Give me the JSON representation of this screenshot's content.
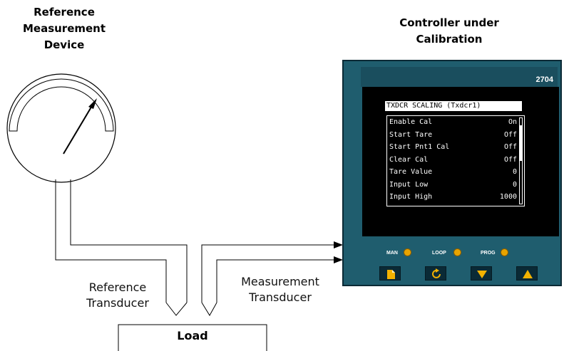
{
  "labels": {
    "reference_device": [
      "Reference",
      "Measurement",
      "Device"
    ],
    "controller": [
      "Controller under",
      "Calibration"
    ],
    "reference_transducer": [
      "Reference",
      "Transducer"
    ],
    "measurement_transducer": [
      "Measurement",
      "Transducer"
    ],
    "load": "Load"
  },
  "controller": {
    "model": "2704",
    "screen_title": "TXDCR SCALING (Txdcr1)",
    "rows": [
      {
        "label": "Enable Cal",
        "value": "On"
      },
      {
        "label": "Start Tare",
        "value": "Off"
      },
      {
        "label": "Start Pnt1 Cal",
        "value": "Off"
      },
      {
        "label": "Clear Cal",
        "value": "Off"
      },
      {
        "label": "Tare Value",
        "value": "0"
      },
      {
        "label": "Input Low",
        "value": "0"
      },
      {
        "label": "Input High",
        "value": "1000"
      }
    ],
    "indicators": [
      "MAN",
      "LOOP",
      "PROG"
    ],
    "buttons": [
      "page-icon",
      "scroll-icon",
      "lower-icon",
      "raise-icon"
    ]
  }
}
